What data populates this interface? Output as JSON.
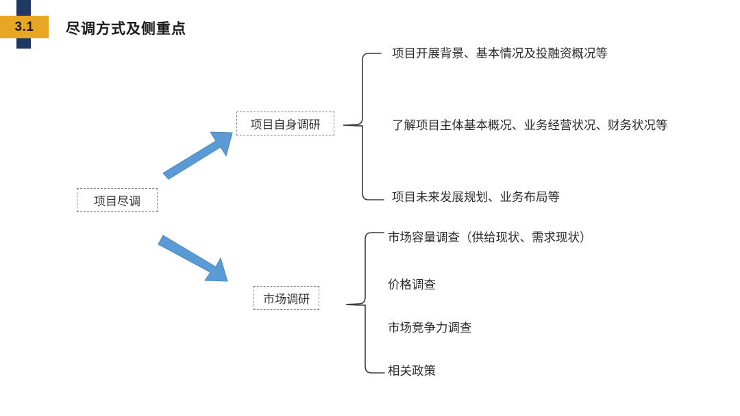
{
  "header": {
    "badge_number": "3.1",
    "title": "尽调方式及侧重点",
    "badge_color": "#E8A723",
    "bar_color": "#1F3864",
    "title_color": "#1a1a1a"
  },
  "diagram": {
    "accent_arrow_color": "#5B9BD5",
    "node_border_color": "#808080",
    "brace_color": "#3b3b3b",
    "root": {
      "label": "项目尽调"
    },
    "branches": [
      {
        "id": "self-survey",
        "label": "项目自身调研",
        "items": [
          "项目开展背景、基本情况及投融资概况等",
          "了解项目主体基本概况、业务经营状况、财务状况等",
          "项目未来发展规划、业务布局等"
        ]
      },
      {
        "id": "market-survey",
        "label": "市场调研",
        "items": [
          "市场容量调查（供给现状、需求现状）",
          "价格调查",
          "市场竞争力调查",
          "相关政策"
        ]
      }
    ]
  }
}
